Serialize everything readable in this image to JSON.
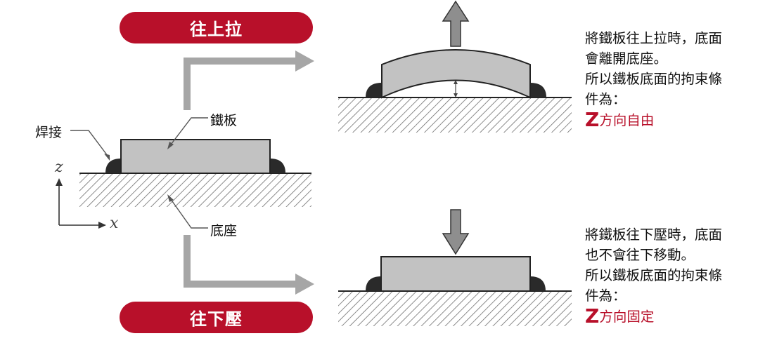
{
  "pull": {
    "label": "往上拉",
    "desc_lines": [
      "將鐵板往上拉時，底面",
      "會離開底座。",
      "所以鐵板底面的拘束條",
      "件為："
    ],
    "constraint_axis": "Z",
    "constraint_text": "方向自由"
  },
  "push": {
    "label": "往下壓",
    "desc_lines": [
      "將鐵板往下壓時，底面",
      "也不會往下移動。",
      "所以鐵板底面的拘束條",
      "件為："
    ],
    "constraint_axis": "Z",
    "constraint_text": "方向固定"
  },
  "labels": {
    "weld": "焊接",
    "plate": "鐵板",
    "base": "底座",
    "axis_z": "z",
    "axis_x": "x"
  },
  "colors": {
    "accent": "#b8102a",
    "plate_fill": "#c2c2c2",
    "weld_fill": "#2a2a2a",
    "arrow_gray": "#a6a6a6"
  }
}
